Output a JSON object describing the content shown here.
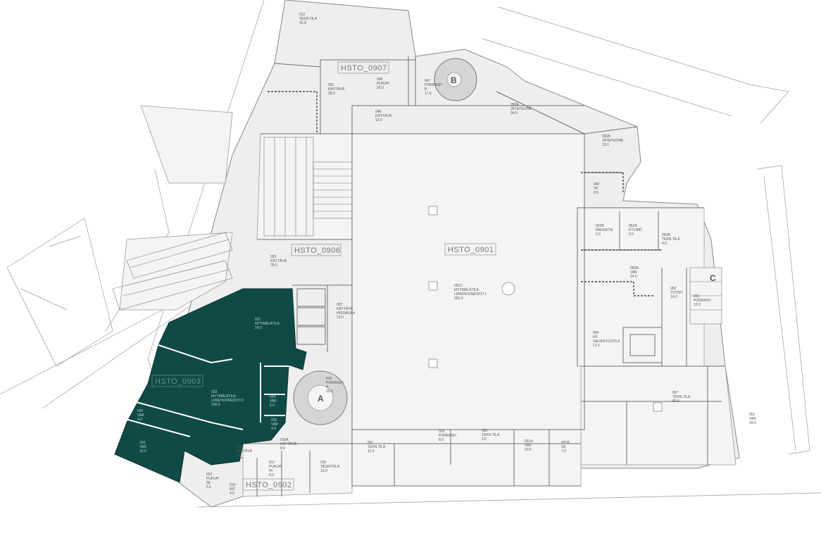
{
  "zones": [
    {
      "id": "HSTO_0907",
      "label": "HSTO_0907"
    },
    {
      "id": "HSTO_0906",
      "label": "HSTO_0906"
    },
    {
      "id": "HSTO_0901",
      "label": "HSTO_0901"
    },
    {
      "id": "HSTO_0903",
      "label": "HSTO_0903"
    },
    {
      "id": "HSTO_0902",
      "label": "HSTO_0902"
    }
  ],
  "stairs": [
    {
      "id": "A",
      "label": "A"
    },
    {
      "id": "B",
      "label": "B"
    },
    {
      "id": "C",
      "label": "C"
    }
  ],
  "rooms": [
    {
      "id": "r012",
      "lines": [
        "012",
        "TEKN.TILA",
        "16.0"
      ]
    },
    {
      "id": "r006",
      "lines": [
        "006",
        "PUKUH",
        "28.0"
      ]
    },
    {
      "id": "r047",
      "lines": [
        "047",
        "PORRASH",
        "B",
        "17.5"
      ]
    },
    {
      "id": "r001",
      "lines": [
        "001",
        "KÄYTÄVÄ",
        "39.0"
      ]
    },
    {
      "id": "r048",
      "lines": [
        "048",
        "KÄYTÄVÄ",
        "13.0"
      ]
    },
    {
      "id": "r050a",
      "lines": [
        "050A",
        "JÄTEHUONE",
        "34.5"
      ]
    },
    {
      "id": "r050b",
      "lines": [
        "050B",
        "JÄTEHUONE",
        "15.0"
      ]
    },
    {
      "id": "r049",
      "lines": [
        "049",
        "TK",
        "8.5"
      ]
    },
    {
      "id": "r003",
      "lines": [
        "003",
        "KÄYTÄVÄ",
        "78.5"
      ]
    },
    {
      "id": "r051b",
      "lines": [
        "051C",
        "MYYMÄLÄTILA",
        "LIIKEHUONEISTO 1",
        "391.0"
      ]
    },
    {
      "id": "r052b",
      "lines": [
        "052B",
        "PAKASTIN",
        "6.0"
      ]
    },
    {
      "id": "r052a",
      "lines": [
        "052A",
        "KYLMIÖ",
        "6.5"
      ]
    },
    {
      "id": "r052c",
      "lines": [
        "052B",
        "TEKN.TILA",
        "4.0"
      ]
    },
    {
      "id": "r055a",
      "lines": [
        "055A",
        "VAR",
        "24.0"
      ]
    },
    {
      "id": "r053",
      "lines": [
        "053",
        "TSTOH",
        "14.0"
      ]
    },
    {
      "id": "r056",
      "lines": [
        "056",
        "PORRASH",
        "12.0"
      ]
    },
    {
      "id": "r007",
      "lines": [
        "007",
        "KÄYTÄVÄ",
        "HISSIAULA",
        "13.0"
      ]
    },
    {
      "id": "r054",
      "lines": [
        "054",
        "KK",
        "VALMISTUSTILA",
        "13.5"
      ]
    },
    {
      "id": "r014",
      "lines": [
        "014",
        "PORRASH",
        "A",
        "25.5"
      ]
    },
    {
      "id": "r057",
      "lines": [
        "057",
        "TEKN.TILA",
        "85.5"
      ]
    },
    {
      "id": "r061",
      "lines": [
        "061",
        "VAR",
        "34.5"
      ]
    },
    {
      "id": "r051",
      "lines": [
        "051",
        "TEKN.TILA",
        "11.5"
      ]
    },
    {
      "id": "r059",
      "lines": [
        "059",
        "PORRASH",
        "8.0"
      ]
    },
    {
      "id": "r060",
      "lines": [
        "060",
        "TEKN.TILA",
        "4.0"
      ]
    },
    {
      "id": "r051a",
      "lines": [
        "051A",
        "VAR",
        "10.5"
      ]
    },
    {
      "id": "r051c",
      "lines": [
        "051B",
        "SK",
        "7.0"
      ]
    },
    {
      "id": "r016",
      "lines": [
        "016",
        "TAUKOTILA",
        "13.0"
      ]
    },
    {
      "id": "r017",
      "lines": [
        "017",
        "PUKUH",
        "/N",
        "8.0"
      ]
    },
    {
      "id": "r022",
      "lines": [
        "022",
        "PUKUH",
        "/M",
        "6.5"
      ]
    },
    {
      "id": "r019",
      "lines": [
        "019",
        "WC",
        "4.0"
      ]
    },
    {
      "id": "r010a",
      "lines": [
        "010A",
        "KÄYTÄVÄ",
        "8.0"
      ]
    },
    {
      "id": "r010",
      "lines": [
        "010",
        "KÄYTÄVÄ",
        "8.0"
      ]
    }
  ],
  "dark_rooms": [
    {
      "id": "d021",
      "lines": [
        "021",
        "MYYMÄLÄTILA",
        "14.0"
      ]
    },
    {
      "id": "d023",
      "lines": [
        "023",
        "MYYMÄLÄTILA",
        "LIIKEHUONEISTO 3",
        "156.0"
      ]
    },
    {
      "id": "d024",
      "lines": [
        "024",
        "VAR",
        "6.0"
      ]
    },
    {
      "id": "d025",
      "lines": [
        "025",
        "VAR",
        "4.0"
      ]
    },
    {
      "id": "d026",
      "lines": [
        "026",
        "VAR",
        "4.0"
      ]
    },
    {
      "id": "d020",
      "lines": [
        "020",
        "VAR",
        "16.0"
      ]
    }
  ],
  "colors": {
    "floor": "#eeeeee",
    "wall": "#6f6f6f",
    "highlight": "#0f4a46",
    "background": "#ffffff"
  }
}
